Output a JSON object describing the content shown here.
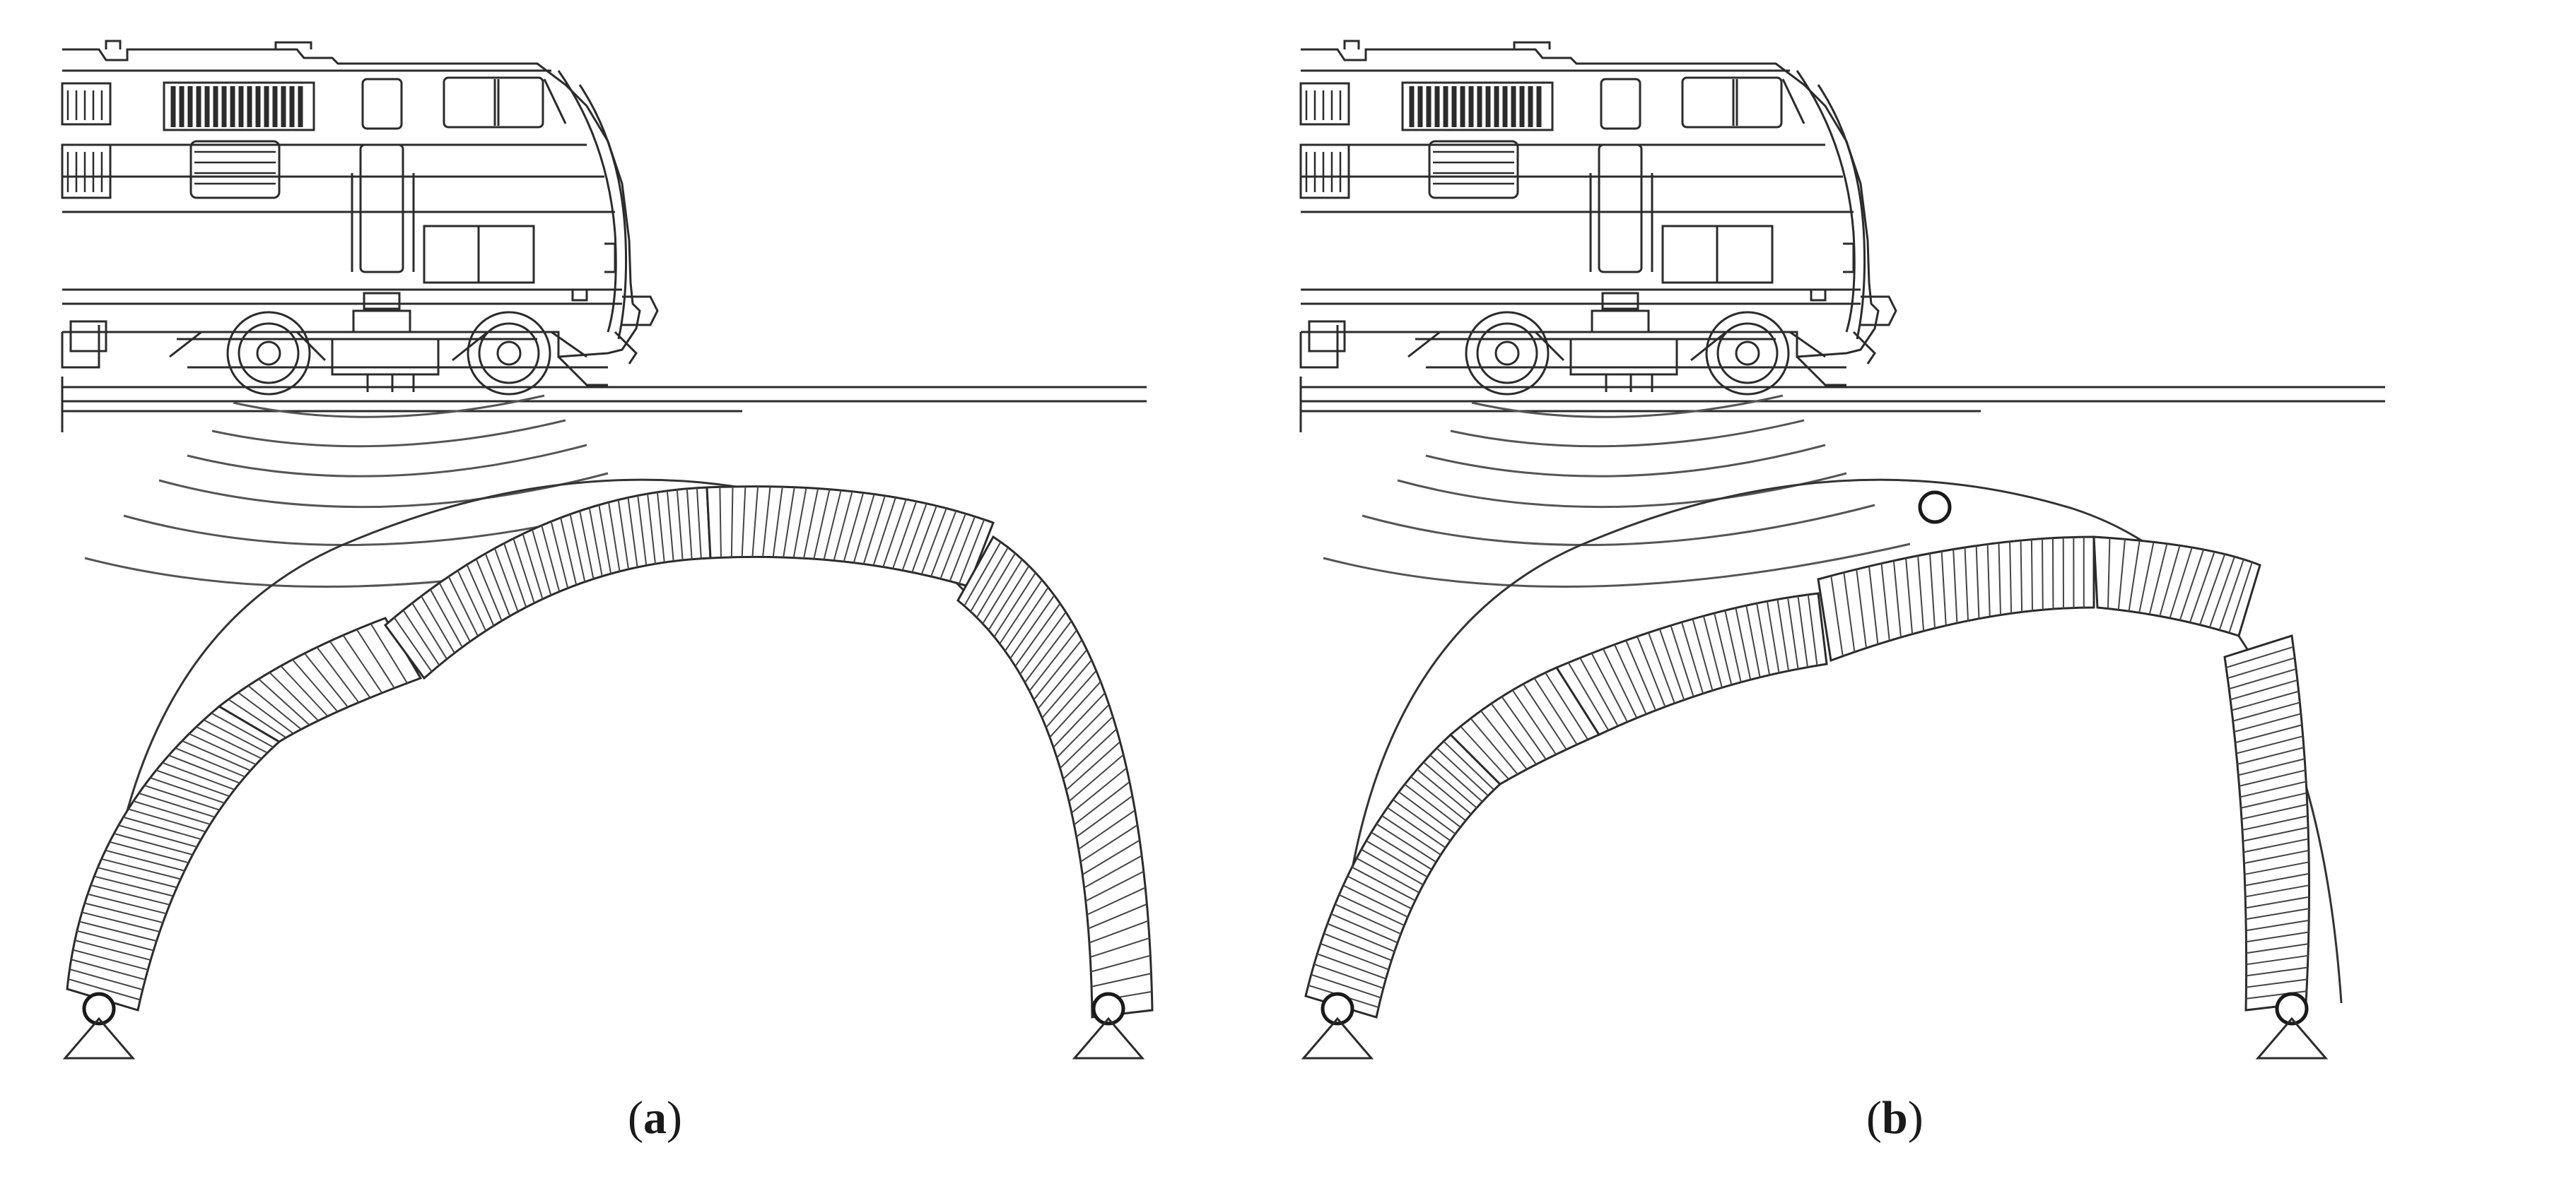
{
  "panels": [
    {
      "id": "a",
      "caption": "a"
    },
    {
      "id": "b",
      "caption": "b"
    }
  ],
  "colors": {
    "line": "#2b2b2b",
    "thin": "#555555",
    "background": "#ffffff"
  }
}
